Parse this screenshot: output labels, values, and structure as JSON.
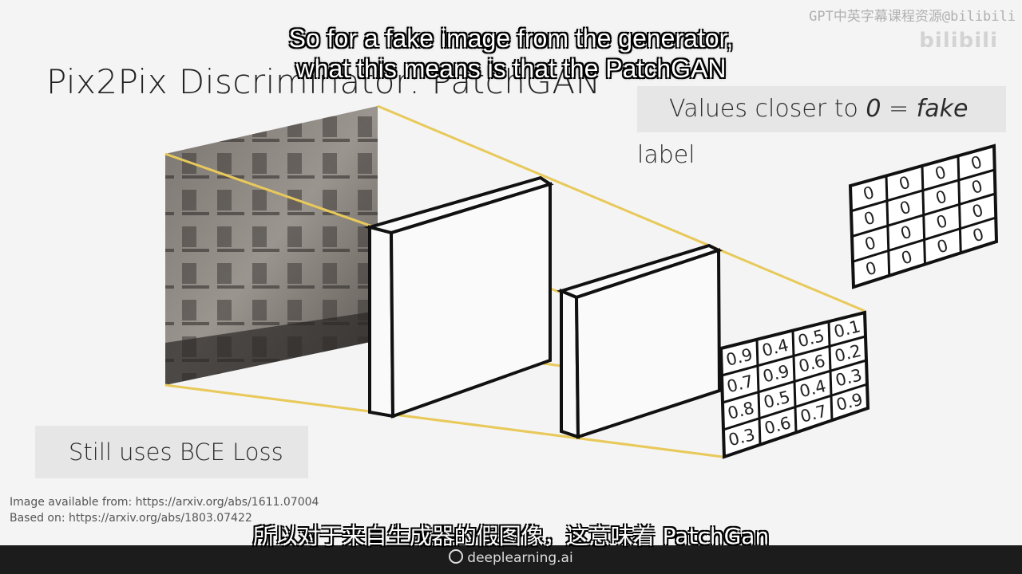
{
  "title": "Pix2Pix Discriminator: PatchGAN",
  "callout_top": {
    "prefix": "Values closer to ",
    "value": "0",
    "equals": " = ",
    "emph": "fake",
    "suffix": " label"
  },
  "callout_bottom": "Still uses BCE Loss",
  "credits": [
    "Image available from: https://arxiv.org/abs/1611.07004",
    "Based on: https://arxiv.org/abs/1803.07422"
  ],
  "subtitles": {
    "en_line1": "So for a fake image from the generator,",
    "en_line2": "what this means is that the PatchGAN",
    "zh": "所以对于来自生成器的假图像，这意味着 PatchGan"
  },
  "brand": "deeplearning.ai",
  "watermark": "GPT中英字幕课程资源@bilibili",
  "watermark_logo": "bilibili",
  "colors": {
    "projection_lines": "#e8c95a",
    "panel_stroke": "#111111",
    "callout_bg": "#e6e6e6",
    "slide_bg": "#f4f4f4"
  },
  "patch_output_matrix": [
    [
      "0.9",
      "0.4",
      "0.5",
      "0.1"
    ],
    [
      "0.7",
      "0.9",
      "0.6",
      "0.2"
    ],
    [
      "0.8",
      "0.5",
      "0.4",
      "0.3"
    ],
    [
      "0.3",
      "0.6",
      "0.7",
      "0.9"
    ]
  ],
  "target_matrix": [
    [
      "0",
      "0",
      "0",
      "0"
    ],
    [
      "0",
      "0",
      "0",
      "0"
    ],
    [
      "0",
      "0",
      "0",
      "0"
    ],
    [
      "0",
      "0",
      "0",
      "0"
    ]
  ]
}
